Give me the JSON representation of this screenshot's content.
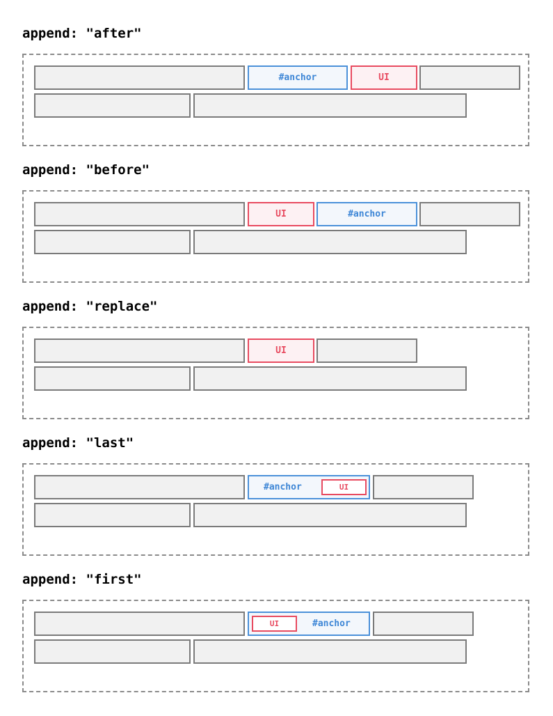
{
  "sections": [
    {
      "heading": "append: \"after\""
    },
    {
      "heading": "append: \"before\""
    },
    {
      "heading": "append: \"replace\""
    },
    {
      "heading": "append: \"last\""
    },
    {
      "heading": "append: \"first\""
    }
  ],
  "labels": {
    "anchor": "#anchor",
    "ui": "UI"
  },
  "colors": {
    "anchor": "#4a90d9",
    "ui": "#e84a5f",
    "neutral_border": "#7a7a7a",
    "neutral_fill": "#f1f1f1"
  }
}
